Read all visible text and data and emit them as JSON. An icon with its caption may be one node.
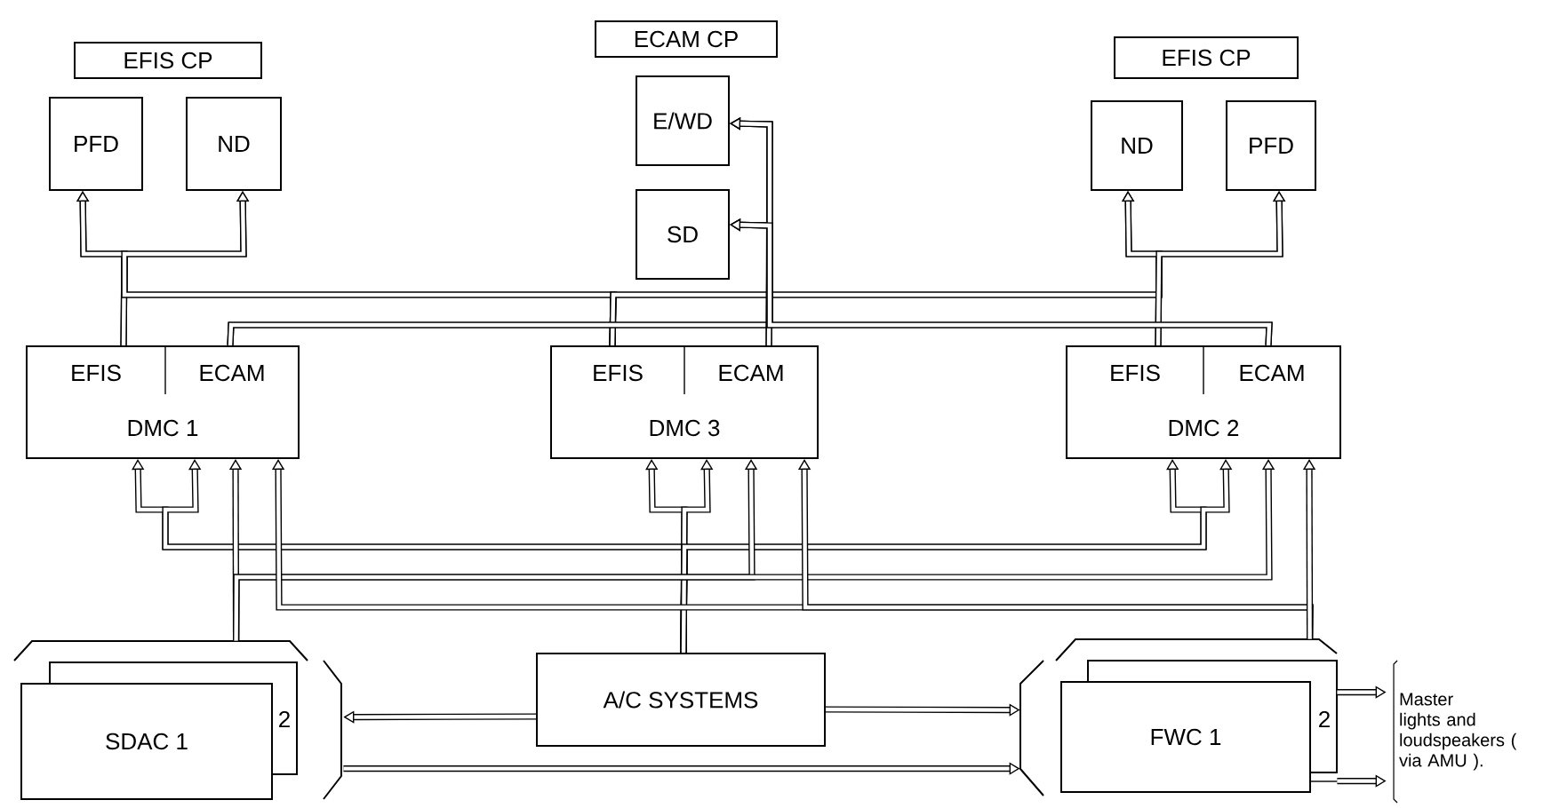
{
  "diagram": {
    "nodes": [
      {
        "text": [
          "EFIS CP"
        ]
      },
      {
        "text": [
          "PFD"
        ]
      },
      {
        "text": [
          "ND"
        ]
      },
      {
        "text": [
          "ECAM CP"
        ]
      },
      {
        "text": [
          "E/WD"
        ]
      },
      {
        "text": [
          "SD"
        ]
      },
      {
        "text": [
          "EFIS CP"
        ]
      },
      {
        "text": [
          "ND"
        ]
      },
      {
        "text": [
          "PFD"
        ]
      },
      {
        "text": [
          "EFIS",
          "ECAM",
          "DMC 1"
        ]
      },
      {
        "text": [
          "EFIS",
          "ECAM",
          "DMC 3"
        ]
      },
      {
        "text": [
          "EFIS",
          "ECAM",
          "DMC 2"
        ]
      },
      {
        "text": [
          "SDAC 1",
          "2"
        ]
      },
      {
        "text": [
          "A/C SYSTEMS"
        ]
      },
      {
        "text": [
          "FWC 1",
          "2"
        ]
      },
      {
        "text": [
          "Master lights and loudspeakers ( via AMU )."
        ]
      }
    ],
    "edges": [
      {
        "from": 9,
        "to": 1,
        "arrow": "to"
      },
      {
        "from": 9,
        "to": 2,
        "arrow": "to"
      },
      {
        "from": 10,
        "to": 1,
        "arrow": "to"
      },
      {
        "from": 10,
        "to": 2,
        "arrow": "to"
      },
      {
        "from": 10,
        "to": 7,
        "arrow": "to"
      },
      {
        "from": 10,
        "to": 8,
        "arrow": "to"
      },
      {
        "from": 11,
        "to": 7,
        "arrow": "to"
      },
      {
        "from": 11,
        "to": 8,
        "arrow": "to"
      },
      {
        "from": 9,
        "to": 4,
        "arrow": "to"
      },
      {
        "from": 9,
        "to": 5,
        "arrow": "to"
      },
      {
        "from": 10,
        "to": 4,
        "arrow": "to"
      },
      {
        "from": 10,
        "to": 5,
        "arrow": "to"
      },
      {
        "from": 11,
        "to": 4,
        "arrow": "to"
      },
      {
        "from": 11,
        "to": 5,
        "arrow": "to"
      },
      {
        "from": 13,
        "to": 9,
        "arrow": "to"
      },
      {
        "from": 13,
        "to": 9,
        "arrow": "to"
      },
      {
        "from": 13,
        "to": 10,
        "arrow": "to"
      },
      {
        "from": 13,
        "to": 10,
        "arrow": "to"
      },
      {
        "from": 13,
        "to": 11,
        "arrow": "to"
      },
      {
        "from": 13,
        "to": 11,
        "arrow": "to"
      },
      {
        "from": 12,
        "to": 9,
        "arrow": "to"
      },
      {
        "from": 12,
        "to": 10,
        "arrow": "to"
      },
      {
        "from": 12,
        "to": 11,
        "arrow": "to"
      },
      {
        "from": 14,
        "to": 9,
        "arrow": "to"
      },
      {
        "from": 14,
        "to": 10,
        "arrow": "to"
      },
      {
        "from": 14,
        "to": 11,
        "arrow": "to"
      },
      {
        "from": 13,
        "to": 12,
        "arrow": "to"
      },
      {
        "from": 13,
        "to": 14,
        "arrow": "to"
      },
      {
        "from": 12,
        "to": 14,
        "arrow": "to"
      },
      {
        "from": 14,
        "to": 15,
        "arrow": "to"
      },
      {
        "from": 14,
        "to": 15,
        "arrow": "to"
      }
    ]
  }
}
